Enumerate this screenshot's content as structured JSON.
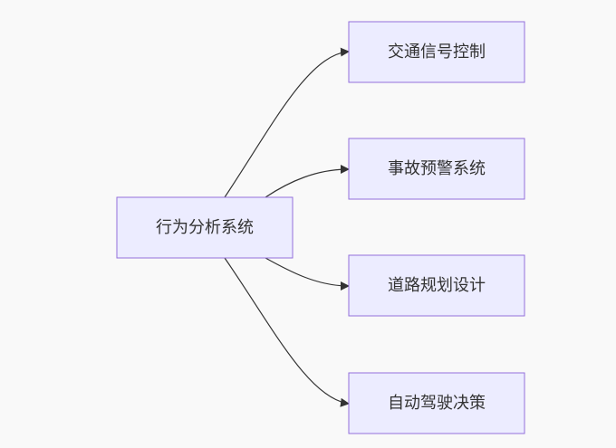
{
  "diagram": {
    "source": {
      "label": "行为分析系统"
    },
    "targets": [
      {
        "label": "交通信号控制"
      },
      {
        "label": "事故预警系统"
      },
      {
        "label": "道路规划设计"
      },
      {
        "label": "自动驾驶决策"
      }
    ]
  },
  "colors": {
    "background": "#f9f9f9",
    "node_fill": "#ececff",
    "node_border": "#9370db",
    "edge": "#333333",
    "text": "#333333"
  }
}
